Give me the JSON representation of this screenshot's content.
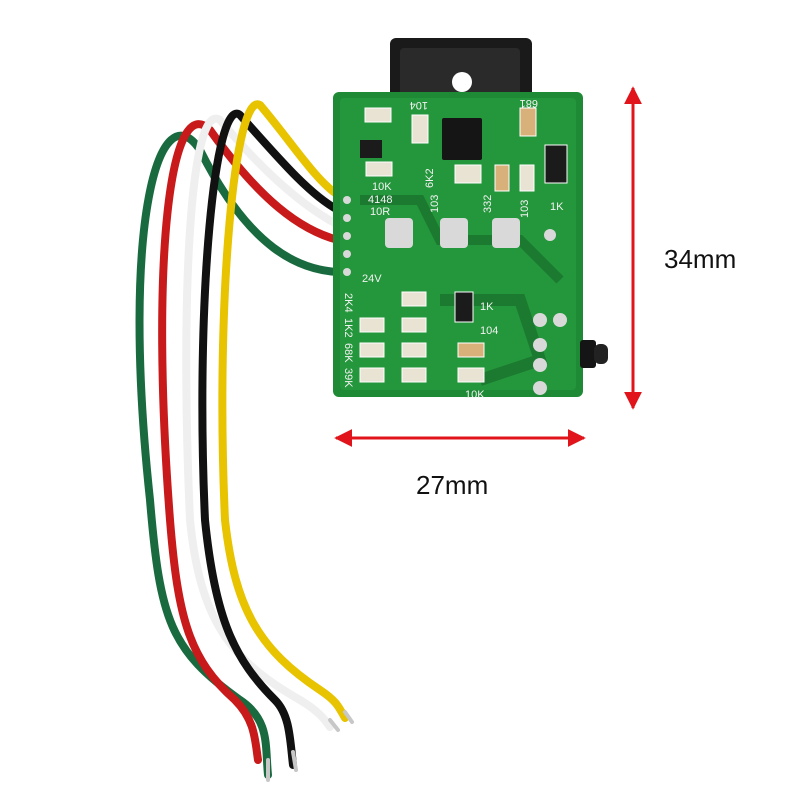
{
  "dimensions": {
    "height": "34mm",
    "width": "27mm"
  },
  "board": {
    "silkscreen": {
      "r104": "104",
      "r681": "681",
      "r10k_top": "10K",
      "d4148": "4148",
      "r10r": "10R",
      "r103_left": "103",
      "r6k2": "6K2",
      "c332": "332",
      "r103_right": "103",
      "r1k_top": "1K",
      "v24": "24V",
      "r2k4": "2K4",
      "r1k2": "1K2",
      "r68k": "68K",
      "r39k": "39K",
      "r1k_mid": "1K",
      "r104_mid": "104",
      "r10k_bottom": "10K"
    }
  },
  "colors": {
    "pcb": "#1f8a35",
    "arrow": "#e0141a",
    "wire_yellow": "#e8c300",
    "wire_black": "#111111",
    "wire_red": "#c81a1a",
    "wire_white": "#f4f4f4",
    "wire_green": "#1a6a40"
  }
}
